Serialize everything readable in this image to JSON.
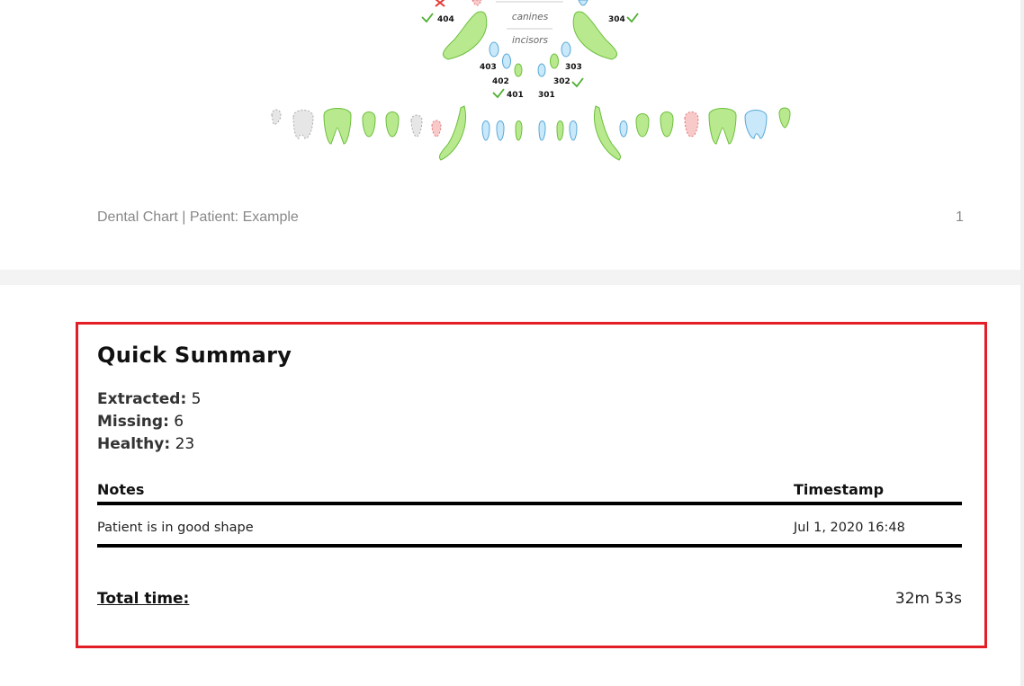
{
  "chart": {
    "group_labels": [
      "canines",
      "incisors"
    ],
    "tooth_numbers": [
      "404",
      "304",
      "403",
      "303",
      "402",
      "302",
      "401",
      "301"
    ]
  },
  "status_colors": {
    "healthy": "#b9e98e",
    "treated": "#c9e9fb",
    "extracted": "#f7c9c9",
    "missing": "#e6e6e6",
    "check": "#4caf2f",
    "cross": "#e53935"
  },
  "footer": {
    "title": "Dental Chart | Patient: Example",
    "page_number": "1"
  },
  "summary": {
    "title": "Quick Summary",
    "extracted_label": "Extracted:",
    "extracted_value": "5",
    "missing_label": "Missing:",
    "missing_value": "6",
    "healthy_label": "Healthy:",
    "healthy_value": "23",
    "notes_header": "Notes",
    "timestamp_header": "Timestamp",
    "notes": [
      {
        "text": "Patient is in good shape",
        "timestamp": "Jul 1, 2020 16:48"
      }
    ],
    "total_label": "Total time:",
    "total_value": "32m 53s"
  }
}
